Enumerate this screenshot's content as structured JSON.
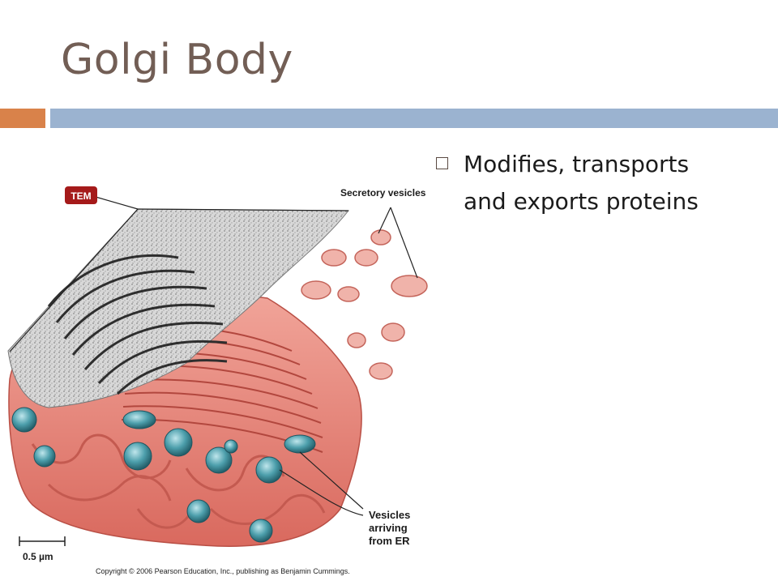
{
  "slide": {
    "title": "Golgi Body",
    "bullets": [
      {
        "line1": "Modifies, transports",
        "line2": "and exports proteins"
      }
    ]
  },
  "figure": {
    "tem_label": "TEM",
    "secretory_label": "Secretory vesicles",
    "vesicles_label_line1": "Vesicles",
    "vesicles_label_line2": "arriving",
    "vesicles_label_line3": "from ER",
    "scale_label": "0.5 µm",
    "copyright": "Copyright © 2006 Pearson Education, Inc., publishing as Benjamin Cummings."
  },
  "colors": {
    "title": "#725e55",
    "accent_orange": "#d9824a",
    "accent_blue": "#9bb3d0",
    "tem_badge": "#a51a1a",
    "golgi_pink": "#e9857a",
    "vesicle_teal": "#3f8d9a"
  }
}
